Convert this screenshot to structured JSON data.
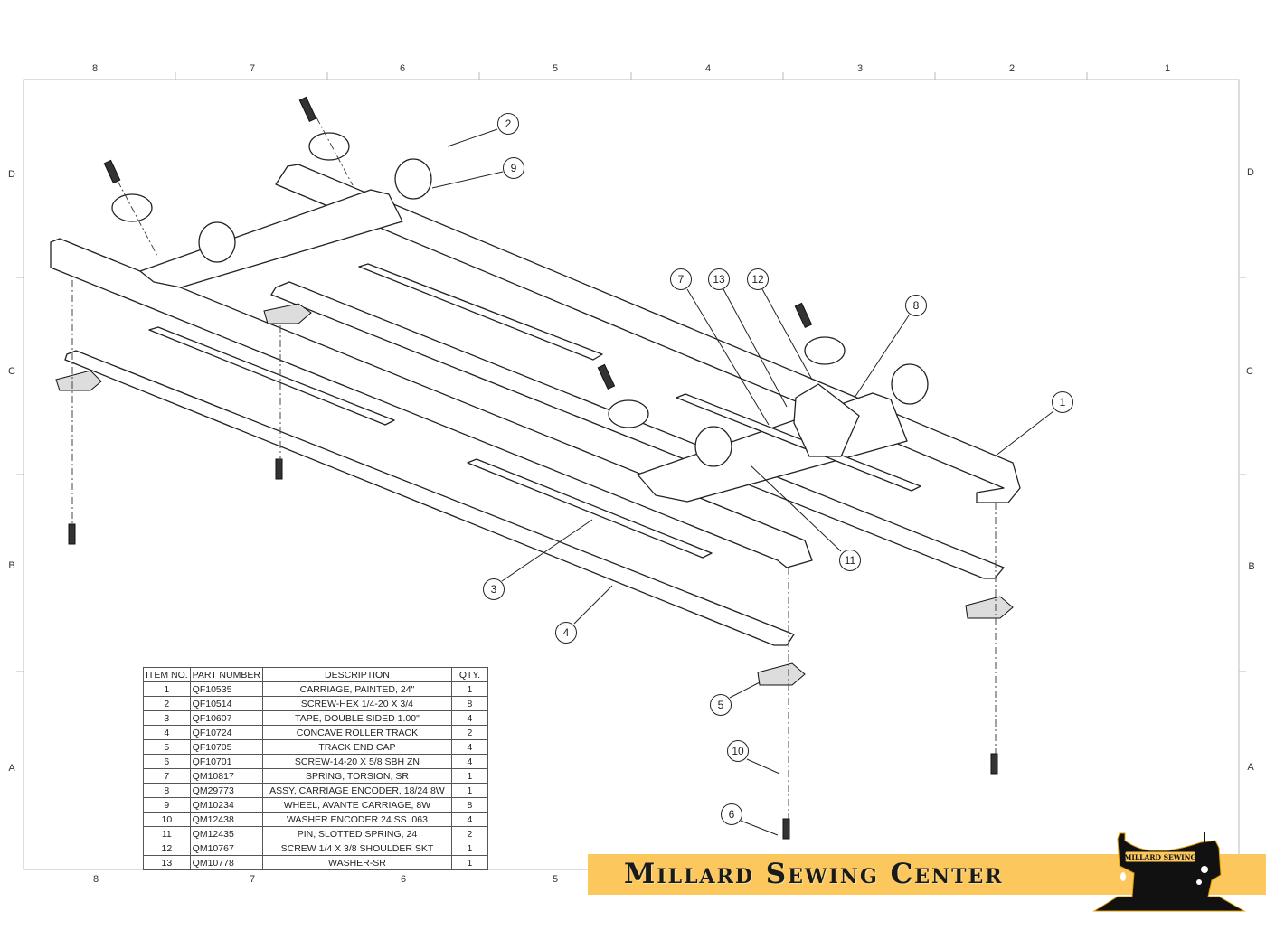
{
  "zones": {
    "top": [
      "8",
      "7",
      "6",
      "5",
      "4",
      "3",
      "2",
      "1"
    ],
    "bottom": [
      "8",
      "7",
      "6",
      "5"
    ],
    "left": [
      "D",
      "C",
      "B",
      "A"
    ],
    "right": [
      "D",
      "C",
      "B",
      "A"
    ]
  },
  "balloons": [
    "1",
    "2",
    "3",
    "4",
    "5",
    "6",
    "7",
    "8",
    "9",
    "10",
    "11",
    "12",
    "13"
  ],
  "bom": {
    "headers": [
      "ITEM NO.",
      "PART NUMBER",
      "DESCRIPTION",
      "QTY."
    ],
    "rows": [
      [
        "1",
        "QF10535",
        "CARRIAGE, PAINTED, 24\"",
        "1"
      ],
      [
        "2",
        "QF10514",
        "SCREW-HEX 1/4-20 X 3/4",
        "8"
      ],
      [
        "3",
        "QF10607",
        "TAPE, DOUBLE SIDED 1.00\"",
        "4"
      ],
      [
        "4",
        "QF10724",
        "CONCAVE ROLLER TRACK",
        "2"
      ],
      [
        "5",
        "QF10705",
        "TRACK END CAP",
        "4"
      ],
      [
        "6",
        "QF10701",
        "SCREW-14-20 X 5/8 SBH ZN",
        "4"
      ],
      [
        "7",
        "QM10817",
        "SPRING, TORSION, SR",
        "1"
      ],
      [
        "8",
        "QM29773",
        "ASSY, CARRIAGE ENCODER, 18/24 8W",
        "1"
      ],
      [
        "9",
        "QM10234",
        "WHEEL, AVANTE CARRIAGE, 8W",
        "8"
      ],
      [
        "10",
        "QM12438",
        "WASHER ENCODER 24 SS .063",
        "4"
      ],
      [
        "11",
        "QM12435",
        "PIN, SLOTTED SPRING, 24",
        "2"
      ],
      [
        "12",
        "QM10767",
        "SCREW 1/4 X 3/8 SHOULDER SKT",
        "1"
      ],
      [
        "13",
        "QM10778",
        "WASHER-SR",
        "1"
      ]
    ]
  },
  "banner": {
    "title": "Millard Sewing Center",
    "logo_text": "MILLARD SEWING",
    "color": "#fcc75c"
  }
}
